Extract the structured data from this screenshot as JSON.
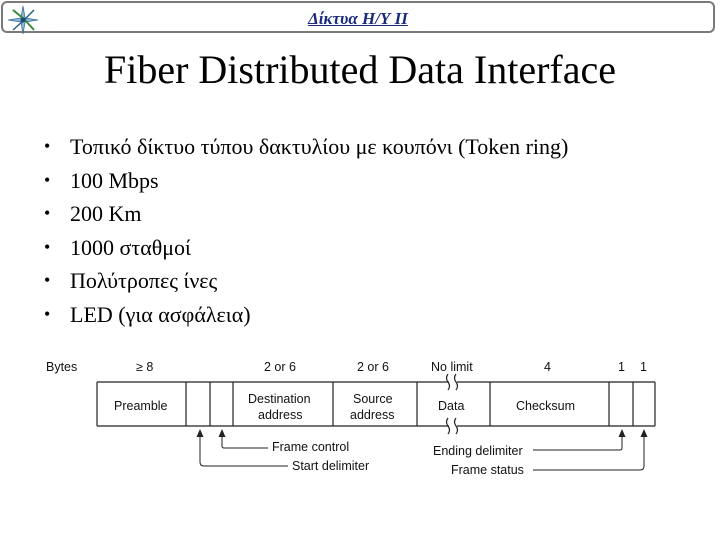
{
  "header": {
    "title": "Δίκτυα Η/Υ ΙΙ",
    "logo_icon": "star-compass-logo-icon"
  },
  "slide": {
    "title": "Fiber Distributed Data Interface",
    "bullets": [
      "Τοπικό δίκτυο τύπου δακτυλίου με κουπόνι (Token ring)",
      "100 Mbps",
      "200 Km",
      "1000 σταθμοί",
      "Πολύτροπες ίνες",
      "LED (για ασφάλεια)"
    ]
  },
  "frame": {
    "bytes_label": "Bytes",
    "sizes": [
      "≥ 8",
      "2 or 6",
      "2 or 6",
      "No limit",
      "4",
      "1",
      "1"
    ],
    "fields": {
      "preamble": "Preamble",
      "destination_line1": "Destination",
      "destination_line2": "address",
      "source_line1": "Source",
      "source_line2": "address",
      "data": "Data",
      "checksum": "Checksum"
    },
    "callouts": {
      "frame_control": "Frame control",
      "start_delimiter": "Start delimiter",
      "ending_delimiter": "Ending delimiter",
      "frame_status": "Frame status"
    }
  }
}
